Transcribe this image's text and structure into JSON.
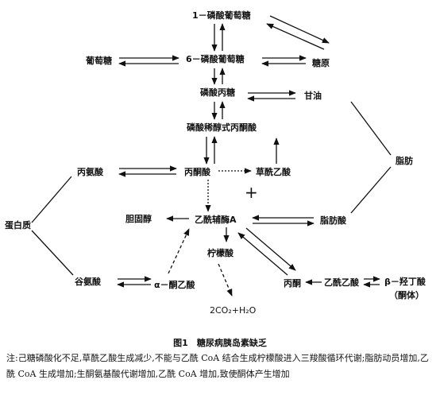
{
  "nodes": {
    "g1p": "1－磷酸葡萄糖",
    "glucose": "葡萄糖",
    "g6p": "6－磷酸葡萄糖",
    "glycogen": "糖原",
    "triose": "磷酸丙糖",
    "glycerol": "甘油",
    "pep": "磷酸稀醇式丙酮酸",
    "fat": "脂肪",
    "alanine": "丙氨酸",
    "pyruvate": "丙酮酸",
    "oaa": "草酰乙酸",
    "protein": "蛋白质",
    "cholesterol": "胆固醇",
    "acetylcoa": "乙酰辅酶A",
    "fattyacid": "脂肪酸",
    "citrate": "柠檬酸",
    "glutamate": "谷氨酸",
    "akg": "α－酮乙酸",
    "acetone": "丙酮",
    "acetoacetate": "乙酰乙酸",
    "hydroxybutyrate": "β－羟丁酸",
    "ketone": "（酮体）",
    "co2": "2CO₂+H₂O",
    "plus": "+"
  },
  "caption": "图1　糖尿病胰岛素缺乏",
  "note": "注:己糖磷酸化不足,草酰乙酸生成减少,不能与乙酰 CoA 结合生成柠檬酸进入三羧酸循环代谢;脂肪动员增加,乙酰 CoA 生成增加;生酮氨基酸代谢增加,乙酰 CoA 增加,致使酮体产生增加"
}
